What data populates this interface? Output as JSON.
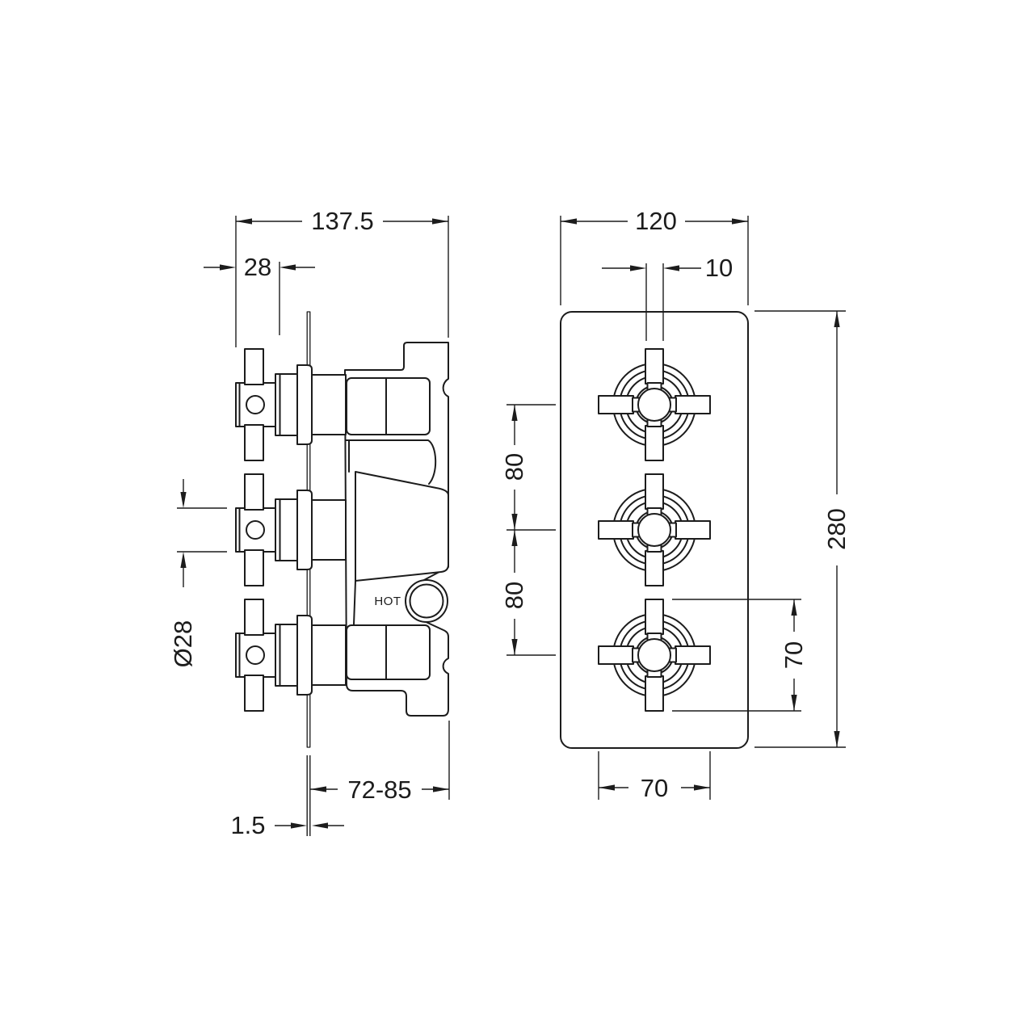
{
  "side_view": {
    "dim_overall_width": "137.5",
    "dim_handle_depth": "28",
    "dim_handle_diameter": "Ø28",
    "dim_install_depth": "72-85",
    "dim_plate_thickness": "1.5",
    "label_hot": "HOT"
  },
  "front_view": {
    "dim_plate_width": "120",
    "dim_arm_width": "10",
    "dim_spacing_upper": "80",
    "dim_spacing_lower": "80",
    "dim_plate_height": "280",
    "dim_handle_span_vertical": "70",
    "dim_handle_span_horizontal": "70"
  },
  "colors": {
    "line": "#1c1c1c",
    "background": "#ffffff"
  }
}
